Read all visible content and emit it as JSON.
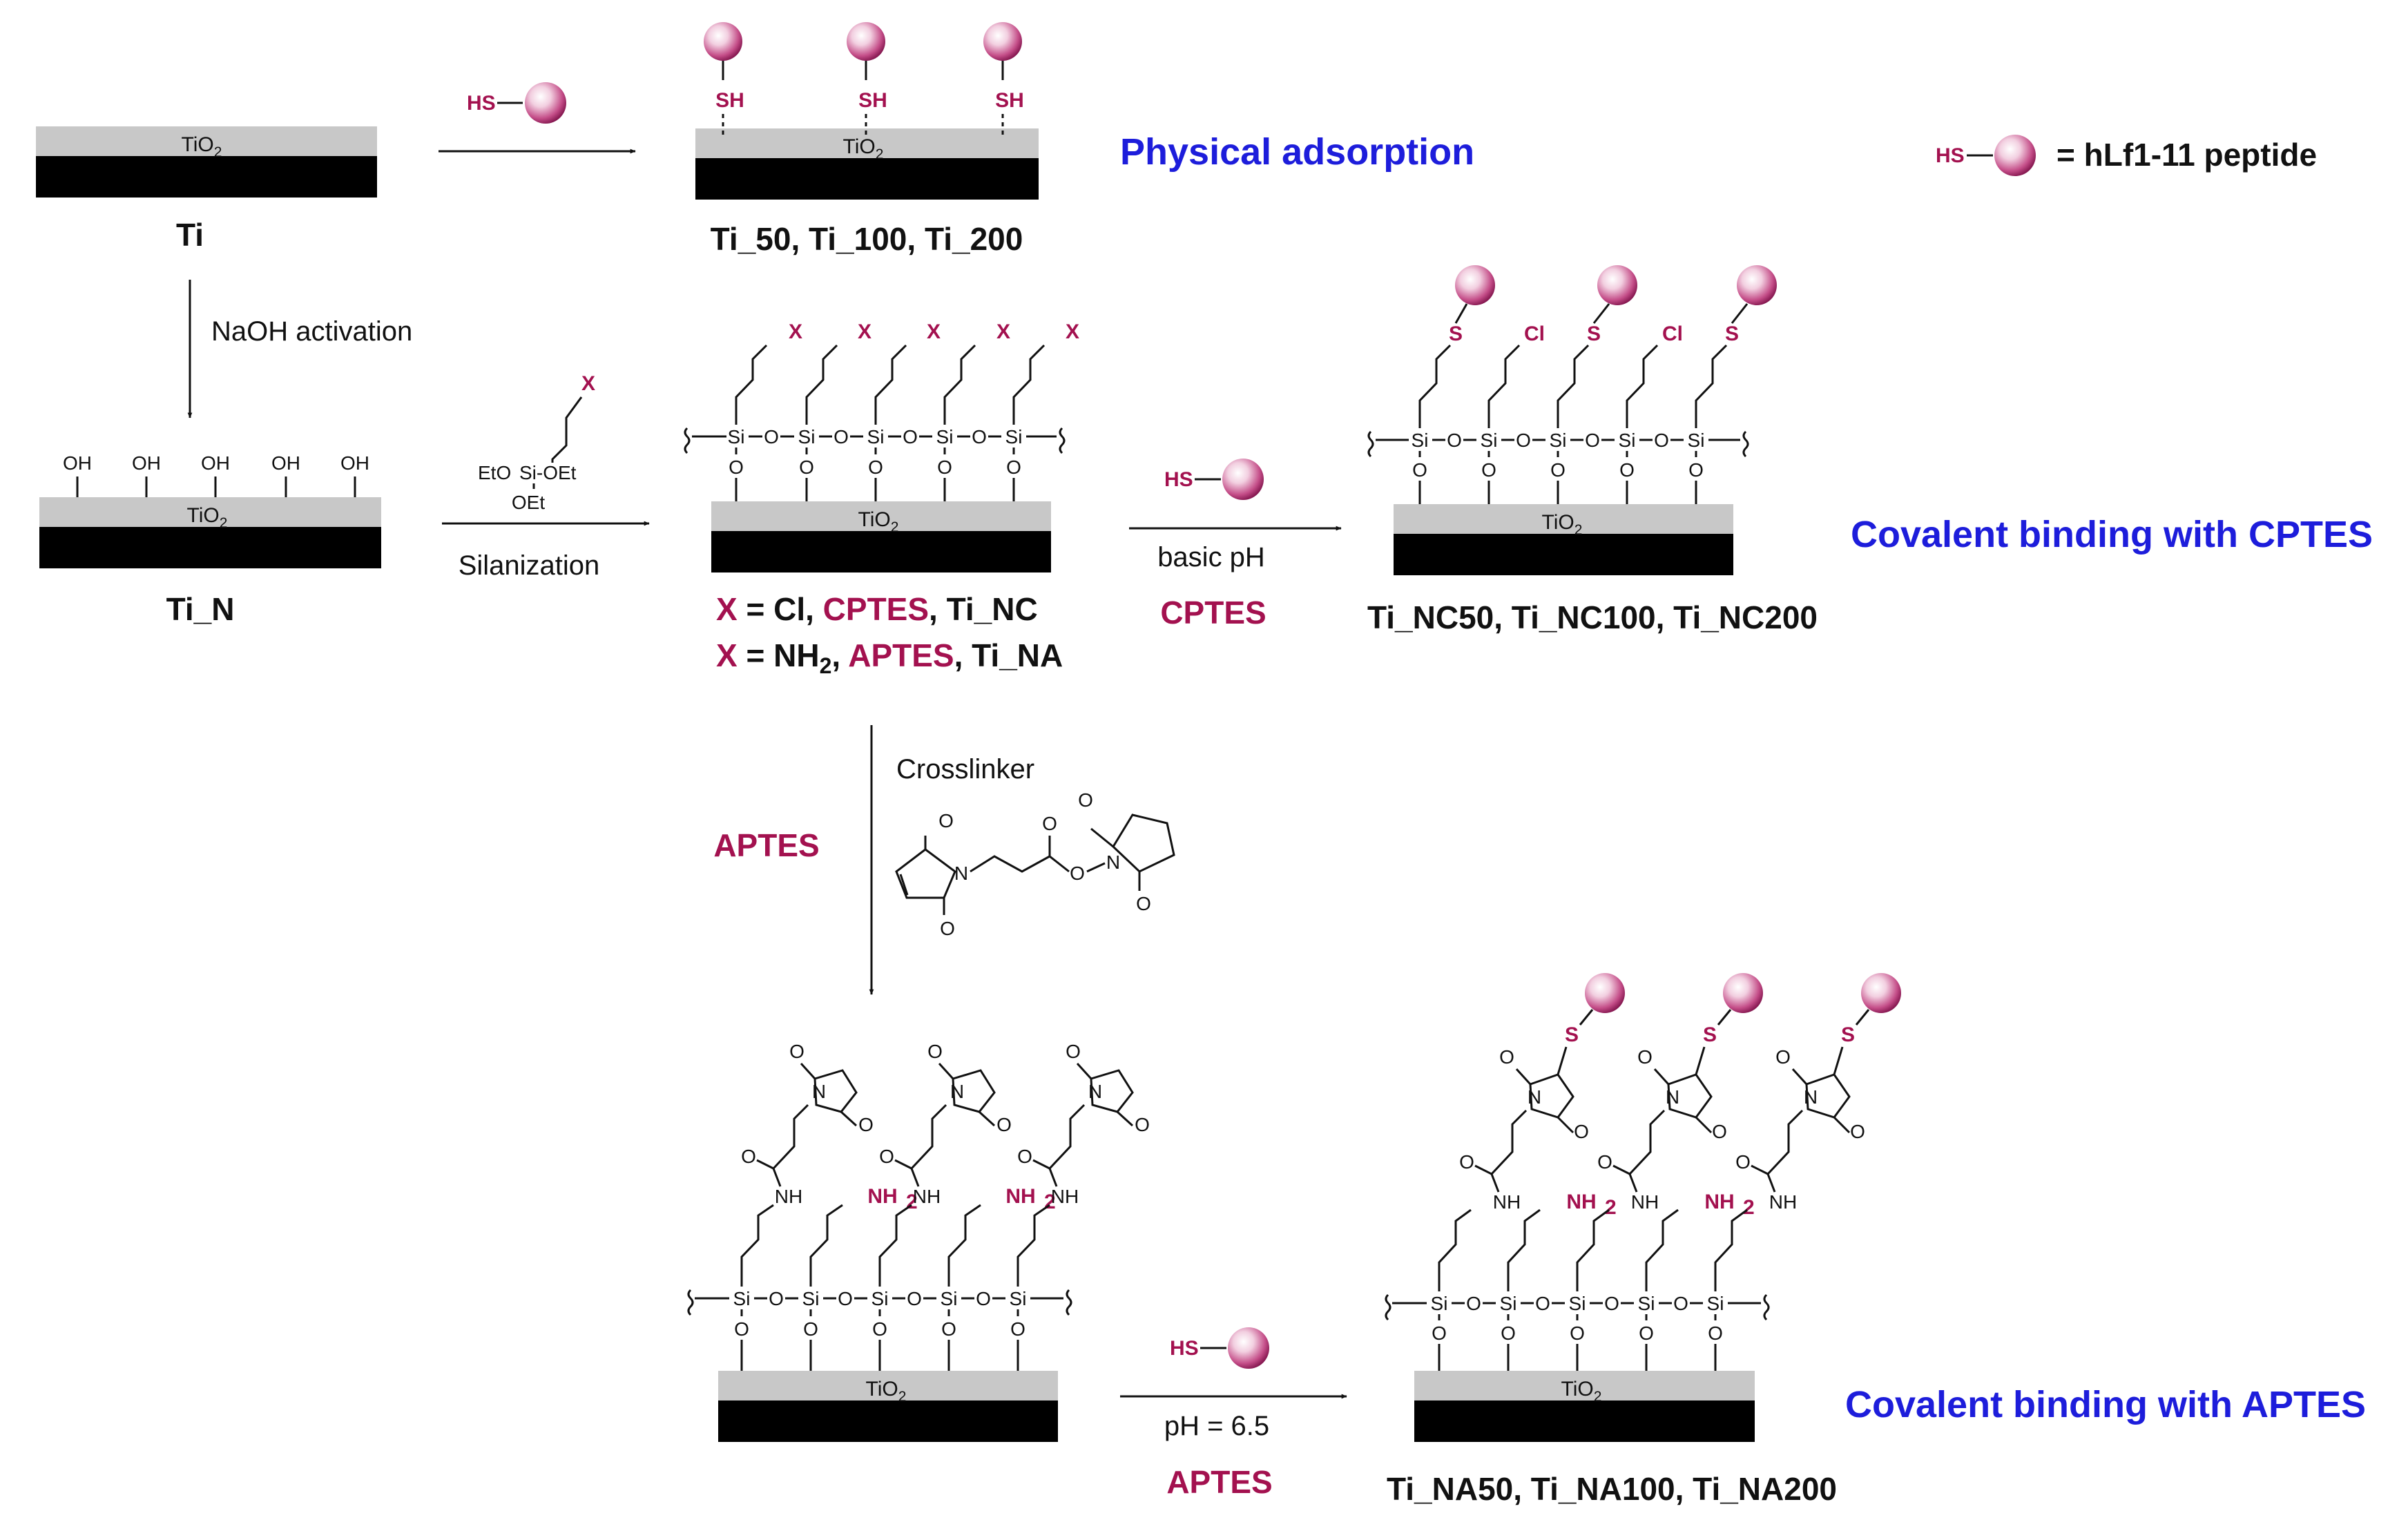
{
  "substrate": {
    "oxide": "TiO",
    "sub": "2"
  },
  "legend": {
    "hs": "HS",
    "text": "= hLf1-11 peptide"
  },
  "labels": {
    "ti": "Ti",
    "ti_n": "Ti_N",
    "physical_samples": "Ti_50, Ti_100, Ti_200",
    "physical_title": "Physical adsorption",
    "naoh": "NaOH activation",
    "silanization": "Silanization",
    "x_cl_prefix": "X",
    "x_cl_mid": " = Cl, ",
    "x_cl_cptes": "CPTES",
    "x_cl_suffix": ", Ti_NC",
    "x_nh_prefix": "X",
    "x_nh_mid": " = NH",
    "x_nh_sub": "2",
    "x_nh_comma": ", ",
    "x_nh_aptes": "APTES",
    "x_nh_suffix": ", Ti_NA",
    "basic_ph": "basic pH",
    "cptes_red": "CPTES",
    "nc_samples": "Ti_NC50, Ti_NC100, Ti_NC200",
    "cptes_title": "Covalent binding with CPTES",
    "crosslinker": "Crosslinker",
    "aptes_red": "APTES",
    "ph_65": "pH = 6.5",
    "aptes_red_2": "APTES",
    "na_samples": "Ti_NA50, Ti_NA100, Ti_NA200",
    "aptes_title": "Covalent binding with APTES"
  },
  "atoms": {
    "hs": "HS",
    "sh": "SH",
    "oh": "OH",
    "s": "S",
    "x": "X",
    "cl": "Cl",
    "o": "O",
    "n": "N",
    "nh": "NH",
    "nh2": "NH",
    "nh2_sub": "2",
    "si": "Si",
    "eto": "EtO",
    "oet": "OEt",
    "si_oet": "Si-OEt"
  },
  "colors": {
    "accent_red": "#a3114f",
    "title_blue": "#1d1ddb",
    "oxide_gray": "#c8c8c8",
    "metal": "#000000"
  }
}
